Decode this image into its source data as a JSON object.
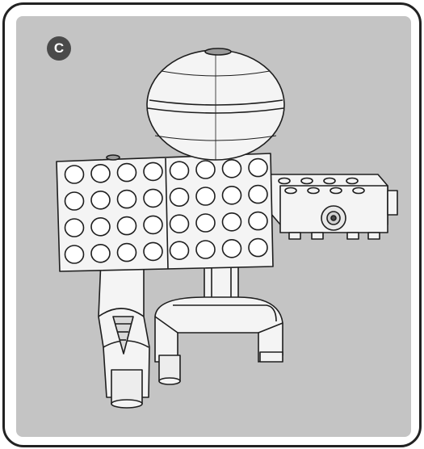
{
  "panel": {
    "badge_label": "C",
    "colors": {
      "panel_bg": "#c4c4c4",
      "frame": "#222222",
      "badge": "#4a4a4a",
      "brick": "#f4f4f4"
    }
  },
  "illustration": {
    "subject": "toy-brick-robot",
    "parts": [
      "round-head",
      "studded-body-brick",
      "side-arm-brick-with-wheel",
      "left-leg",
      "right-leg-and-bent-foot"
    ]
  }
}
